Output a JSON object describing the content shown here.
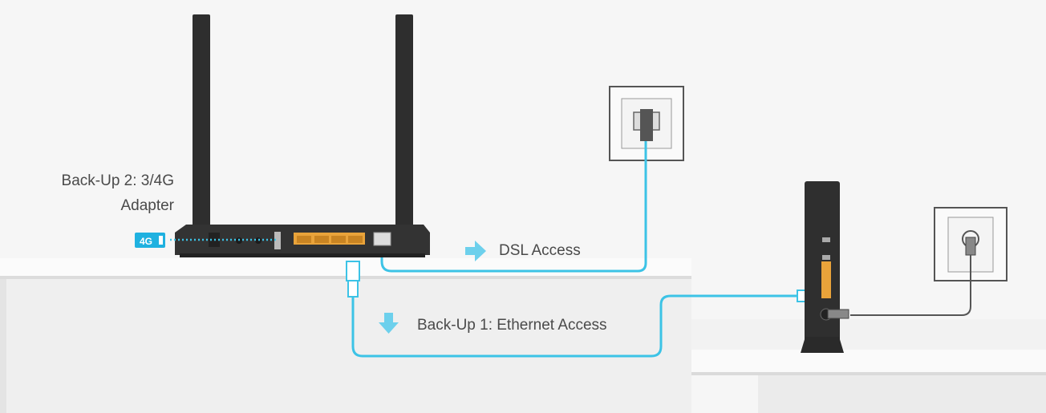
{
  "labels": {
    "backup2_line1": "Back-Up 2: 3/4G",
    "backup2_line2": "Adapter",
    "dsl": "DSL Access",
    "backup1": "Back-Up 1: Ethernet Access",
    "adapter_badge": "4G"
  },
  "colors": {
    "cable": "#3cc3e6",
    "arrow": "#6dd0ec",
    "port": "#e9a33a",
    "device": "#2c2c2c"
  }
}
